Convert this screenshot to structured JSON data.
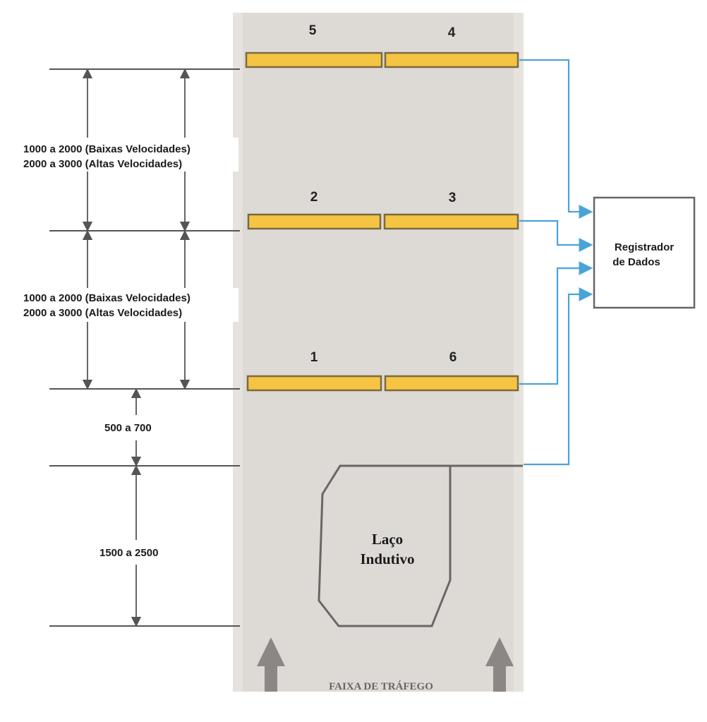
{
  "sensors": [
    {
      "id": "5",
      "label": "5"
    },
    {
      "id": "4",
      "label": "4"
    },
    {
      "id": "2",
      "label": "2"
    },
    {
      "id": "3",
      "label": "3"
    },
    {
      "id": "1",
      "label": "1"
    },
    {
      "id": "6",
      "label": "6"
    }
  ],
  "spacing": {
    "upper_line1": "1000 a 2000 (Baixas Velocidades)",
    "upper_line2": "2000 a 3000 (Altas Velocidades)",
    "middle_line1": "1000 a 2000 (Baixas Velocidades)",
    "middle_line2": "2000 a 3000 (Altas Velocidades)",
    "short_gap": "500 a 700",
    "loop_length": "1500 a 2500"
  },
  "logger": {
    "line1": "Registrador",
    "line2": "de Dados"
  },
  "loop": {
    "line1": "Laço",
    "line2": "Indutivo"
  },
  "lane": {
    "label": "FAIXA DE TRÁFEGO"
  },
  "colors": {
    "lane": "#dddad6",
    "sensor_fill": "#f6c443",
    "sensor_stroke": "#7a6a40",
    "wire": "#4aa3d9",
    "dimension": "#555555"
  }
}
